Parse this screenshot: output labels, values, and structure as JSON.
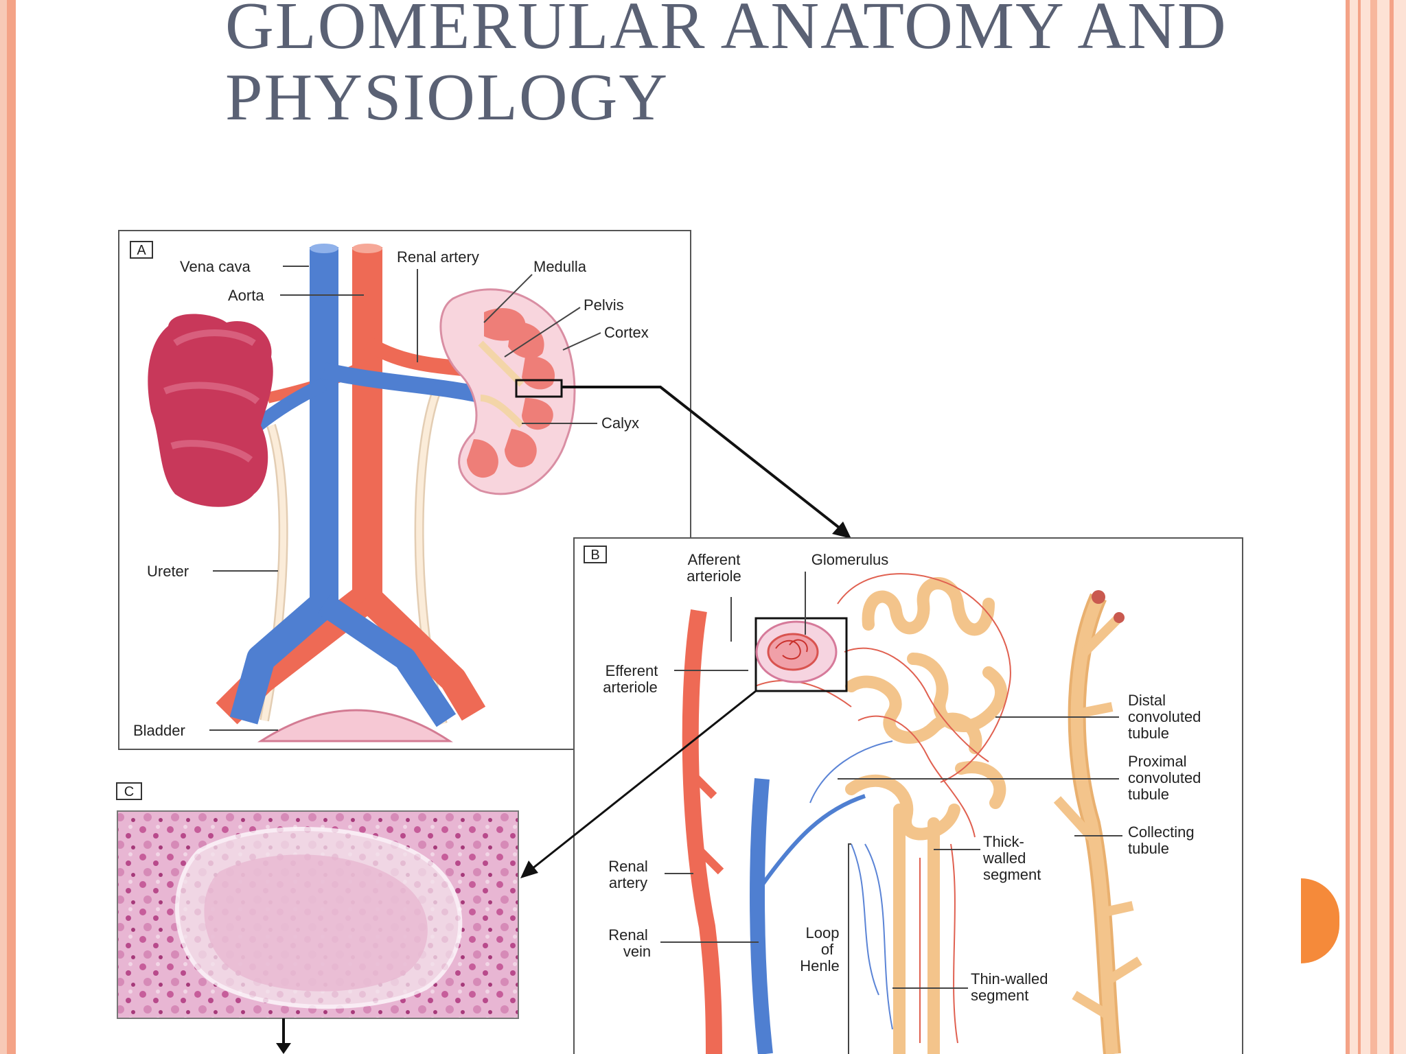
{
  "slide": {
    "title_line1": "GLOMERULAR ANATOMY AND",
    "title_line2": "PHYSIOLOGY"
  },
  "panel_a": {
    "letter": "A",
    "labels": {
      "vena_cava": "Vena cava",
      "aorta": "Aorta",
      "renal_artery": "Renal artery",
      "medulla": "Medulla",
      "pelvis": "Pelvis",
      "cortex": "Cortex",
      "calyx": "Calyx",
      "ureter": "Ureter",
      "bladder": "Bladder"
    }
  },
  "panel_b": {
    "letter": "B",
    "labels": {
      "afferent_1": "Afferent",
      "afferent_2": "arteriole",
      "glomerulus": "Glomerulus",
      "efferent_1": "Efferent",
      "efferent_2": "arteriole",
      "distal_1": "Distal",
      "distal_2": "convoluted",
      "distal_3": "tubule",
      "proximal_1": "Proximal",
      "proximal_2": "convoluted",
      "proximal_3": "tubule",
      "collecting_1": "Collecting",
      "collecting_2": "tubule",
      "thick_1": "Thick-",
      "thick_2": "walled",
      "thick_3": "segment",
      "renal_artery_1": "Renal",
      "renal_artery_2": "artery",
      "renal_vein_1": "Renal",
      "renal_vein_2": "vein",
      "loop_1": "Loop",
      "loop_2": "of",
      "loop_3": "Henle",
      "thin_1": "Thin-walled",
      "thin_2": "segment"
    }
  },
  "panel_c": {
    "letter": "C"
  },
  "colors": {
    "title": "#5a6174",
    "artery": "#ee6a55",
    "vein": "#4f7fd1",
    "kidney": "#c8385a",
    "tubule": "#f3c48b",
    "badge": "#f58a3a",
    "border": "#f4a387"
  }
}
